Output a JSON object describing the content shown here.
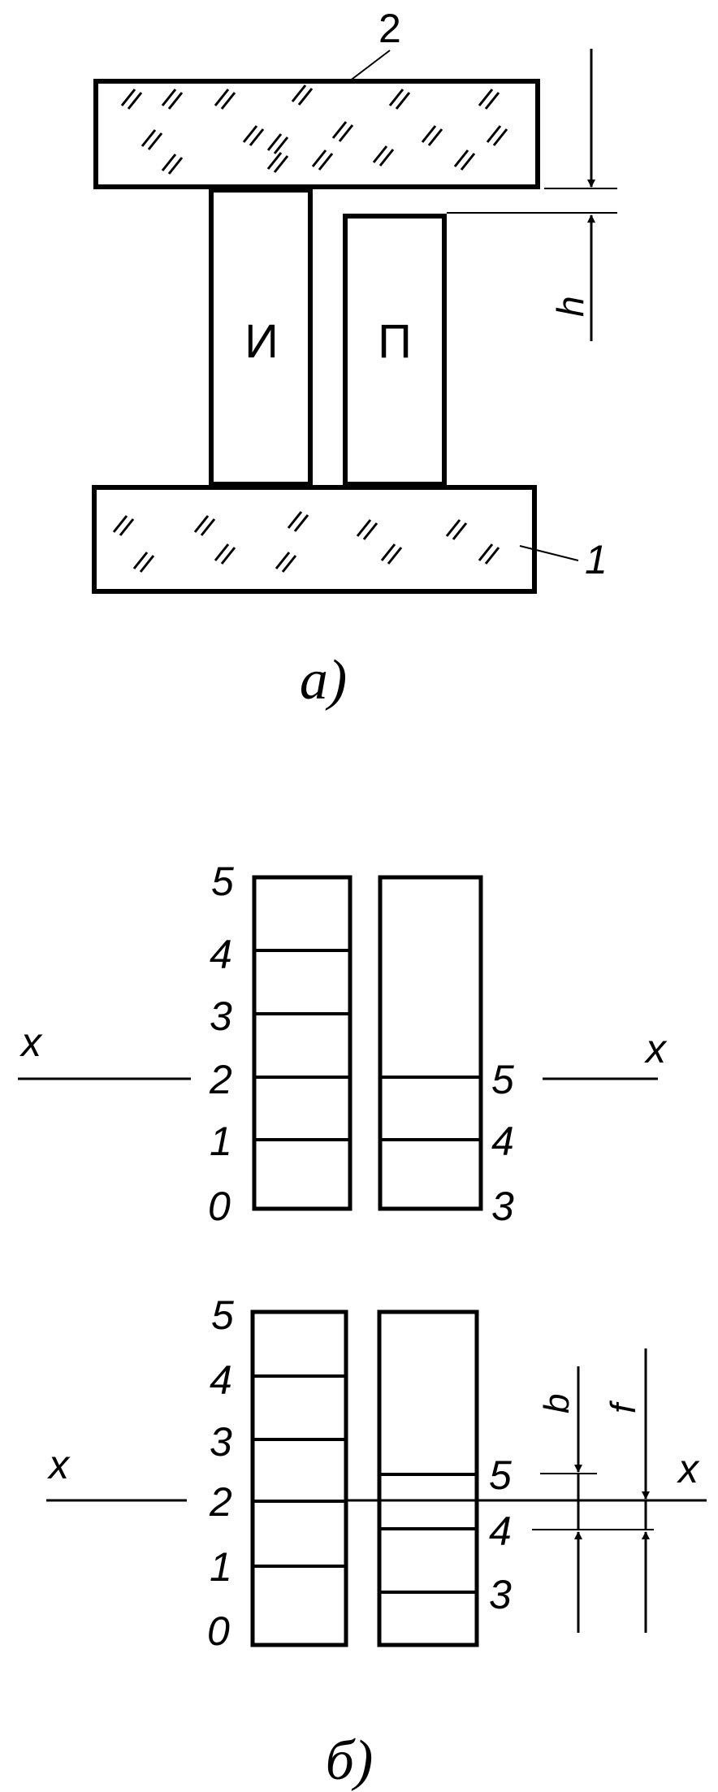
{
  "part_a": {
    "plate_top_number": "2",
    "plate_bottom_number": "1",
    "block_left_letter": "И",
    "block_right_letter": "П",
    "gap_label": "h",
    "caption": "а)"
  },
  "part_b": {
    "caption": "б)",
    "axis_label": "x",
    "top_pair": {
      "left_scale": [
        "5",
        "4",
        "3",
        "2",
        "1",
        "0"
      ],
      "right_scale": [
        "5",
        "4",
        "3"
      ]
    },
    "bottom_pair": {
      "left_scale": [
        "5",
        "4",
        "3",
        "2",
        "1",
        "0"
      ],
      "right_scale": [
        "5",
        "4",
        "3"
      ],
      "dim_b": "b",
      "dim_f": "f"
    }
  }
}
